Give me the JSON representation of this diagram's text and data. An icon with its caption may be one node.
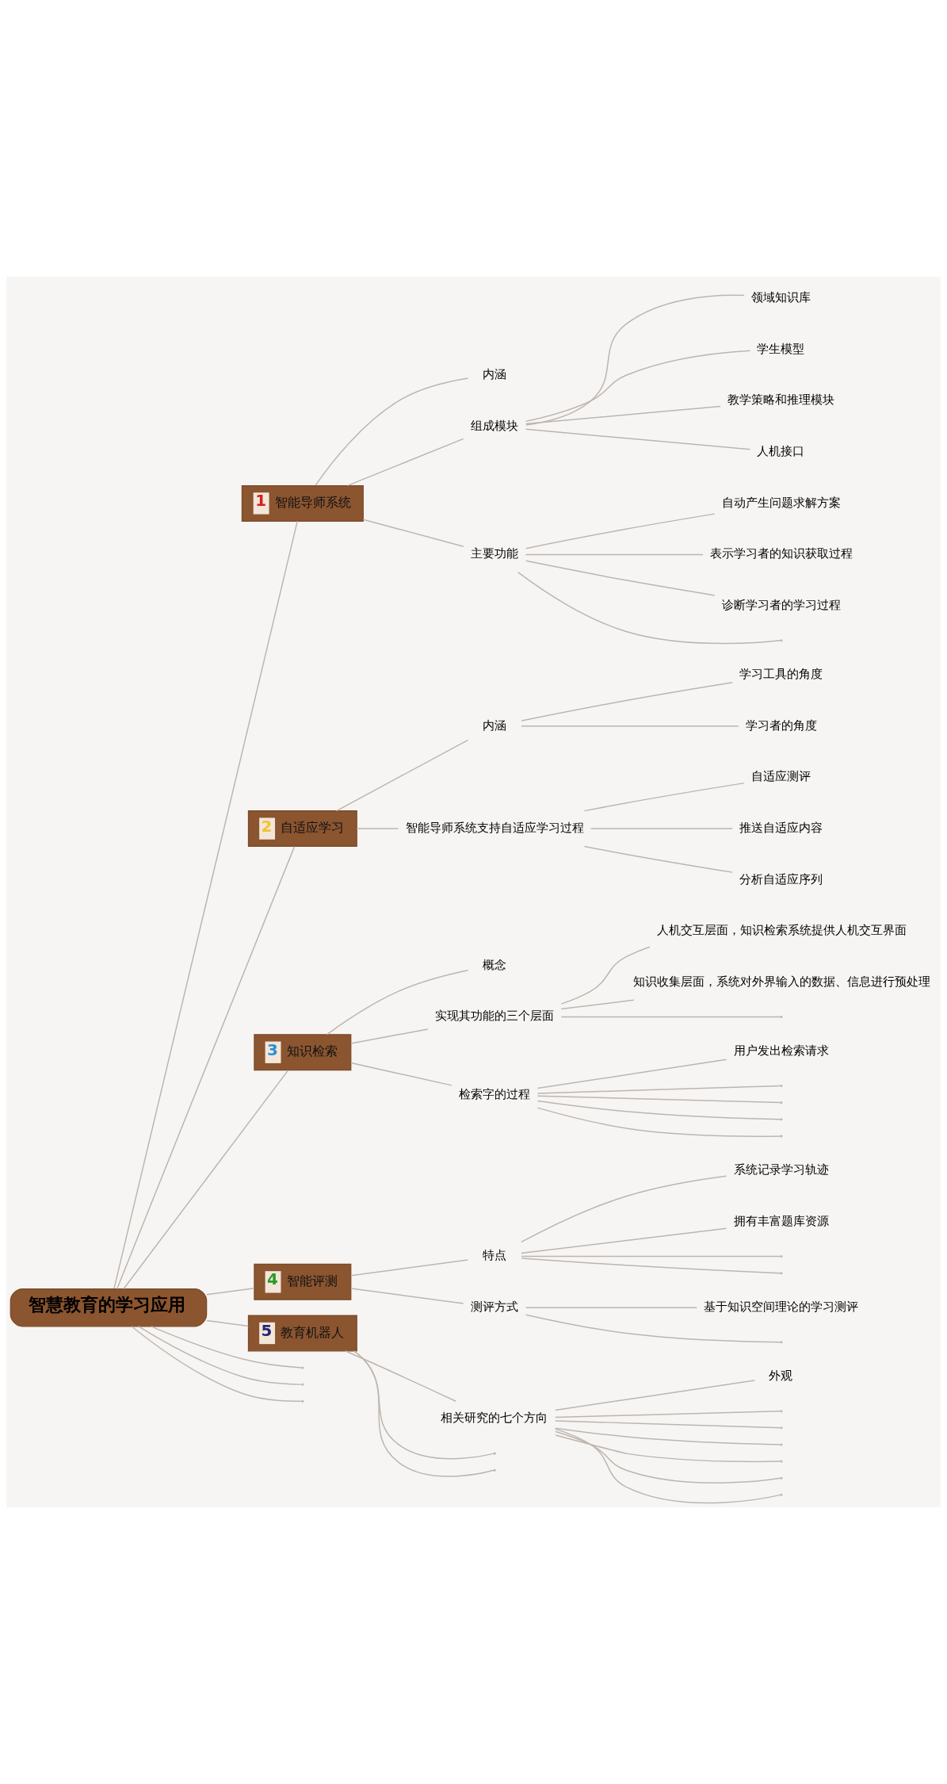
{
  "diagram": {
    "nodes": [
      {
        "text": [
          "智慧教育的学习应用"
        ]
      },
      {
        "text": [
          "1",
          "智能导师系统"
        ]
      },
      {
        "text": [
          "内涵"
        ]
      },
      {
        "text": [
          "组成模块"
        ]
      },
      {
        "text": [
          "领域知识库"
        ]
      },
      {
        "text": [
          "学生模型"
        ]
      },
      {
        "text": [
          "教学策略和推理模块"
        ]
      },
      {
        "text": [
          "人机接口"
        ]
      },
      {
        "text": [
          "主要功能"
        ]
      },
      {
        "text": [
          "自动产生问题求解方案"
        ]
      },
      {
        "text": [
          "表示学习者的知识获取过程"
        ]
      },
      {
        "text": [
          "诊断学习者的学习过程"
        ]
      },
      {
        "text": [],
        "shape": "line"
      },
      {
        "text": [
          "2",
          "自适应学习"
        ]
      },
      {
        "text": [
          "内涵"
        ]
      },
      {
        "text": [
          "学习工具的角度"
        ]
      },
      {
        "text": [
          "学习者的角度"
        ]
      },
      {
        "text": [
          "智能导师系统支持自适应学习过程"
        ]
      },
      {
        "text": [
          "自适应测评"
        ]
      },
      {
        "text": [
          "推送自适应内容"
        ]
      },
      {
        "text": [
          "分析自适应序列"
        ]
      },
      {
        "text": [
          "3",
          "知识检索"
        ]
      },
      {
        "text": [
          "概念"
        ]
      },
      {
        "text": [
          "实现其功能的三个层面"
        ]
      },
      {
        "text": [
          "人机交互层面，知识检索系统提供人机交互界面"
        ]
      },
      {
        "text": [
          "知识收集层面，系统对外界输入的数据、信息进行预处理"
        ]
      },
      {
        "text": [],
        "shape": "line"
      },
      {
        "text": [
          "检索字的过程"
        ]
      },
      {
        "text": [
          "用户发出检索请求"
        ]
      },
      {
        "text": [],
        "shape": "line"
      },
      {
        "text": [],
        "shape": "line"
      },
      {
        "text": [],
        "shape": "line"
      },
      {
        "text": [],
        "shape": "line"
      },
      {
        "text": [
          "4",
          "智能评测"
        ]
      },
      {
        "text": [
          "特点"
        ]
      },
      {
        "text": [
          "系统记录学习轨迹"
        ]
      },
      {
        "text": [
          "拥有丰富题库资源"
        ]
      },
      {
        "text": [],
        "shape": "line"
      },
      {
        "text": [],
        "shape": "line"
      },
      {
        "text": [
          "测评方式"
        ]
      },
      {
        "text": [
          "基于知识空间理论的学习测评"
        ]
      },
      {
        "text": [],
        "shape": "line"
      },
      {
        "text": [
          "5",
          "教育机器人"
        ]
      },
      {
        "text": [
          "相关研究的七个方向"
        ]
      },
      {
        "text": [
          "外观"
        ]
      },
      {
        "text": [],
        "shape": "line"
      },
      {
        "text": [],
        "shape": "line"
      },
      {
        "text": [],
        "shape": "line"
      },
      {
        "text": [],
        "shape": "line"
      },
      {
        "text": [],
        "shape": "line"
      },
      {
        "text": [],
        "shape": "line"
      },
      {
        "text": [],
        "shape": "line"
      },
      {
        "text": [],
        "shape": "line"
      },
      {
        "text": [],
        "shape": "line"
      },
      {
        "text": [],
        "shape": "line"
      },
      {
        "text": [],
        "shape": "line"
      }
    ],
    "edges": [
      {
        "from": 0,
        "to": 1,
        "arrow": "none"
      },
      {
        "from": 1,
        "to": 2,
        "arrow": "none"
      },
      {
        "from": 1,
        "to": 3,
        "arrow": "none"
      },
      {
        "from": 3,
        "to": 4,
        "arrow": "none"
      },
      {
        "from": 3,
        "to": 5,
        "arrow": "none"
      },
      {
        "from": 3,
        "to": 6,
        "arrow": "none"
      },
      {
        "from": 3,
        "to": 7,
        "arrow": "none"
      },
      {
        "from": 1,
        "to": 8,
        "arrow": "none"
      },
      {
        "from": 8,
        "to": 9,
        "arrow": "none"
      },
      {
        "from": 8,
        "to": 10,
        "arrow": "none"
      },
      {
        "from": 8,
        "to": 11,
        "arrow": "none"
      },
      {
        "from": 8,
        "to": 12,
        "arrow": "none"
      },
      {
        "from": 0,
        "to": 13,
        "arrow": "none"
      },
      {
        "from": 13,
        "to": 14,
        "arrow": "none"
      },
      {
        "from": 14,
        "to": 15,
        "arrow": "none"
      },
      {
        "from": 14,
        "to": 16,
        "arrow": "none"
      },
      {
        "from": 13,
        "to": 17,
        "arrow": "none"
      },
      {
        "from": 17,
        "to": 18,
        "arrow": "none"
      },
      {
        "from": 17,
        "to": 19,
        "arrow": "none"
      },
      {
        "from": 17,
        "to": 20,
        "arrow": "none"
      },
      {
        "from": 0,
        "to": 21,
        "arrow": "none"
      },
      {
        "from": 21,
        "to": 22,
        "arrow": "none"
      },
      {
        "from": 21,
        "to": 23,
        "arrow": "none"
      },
      {
        "from": 23,
        "to": 24,
        "arrow": "none"
      },
      {
        "from": 23,
        "to": 25,
        "arrow": "none"
      },
      {
        "from": 23,
        "to": 26,
        "arrow": "none"
      },
      {
        "from": 21,
        "to": 27,
        "arrow": "none"
      },
      {
        "from": 27,
        "to": 28,
        "arrow": "none"
      },
      {
        "from": 27,
        "to": 29,
        "arrow": "none"
      },
      {
        "from": 27,
        "to": 30,
        "arrow": "none"
      },
      {
        "from": 27,
        "to": 31,
        "arrow": "none"
      },
      {
        "from": 27,
        "to": 32,
        "arrow": "none"
      },
      {
        "from": 0,
        "to": 33,
        "arrow": "none"
      },
      {
        "from": 33,
        "to": 34,
        "arrow": "none"
      },
      {
        "from": 34,
        "to": 35,
        "arrow": "none"
      },
      {
        "from": 34,
        "to": 36,
        "arrow": "none"
      },
      {
        "from": 34,
        "to": 37,
        "arrow": "none"
      },
      {
        "from": 34,
        "to": 38,
        "arrow": "none"
      },
      {
        "from": 33,
        "to": 39,
        "arrow": "none"
      },
      {
        "from": 39,
        "to": 40,
        "arrow": "none"
      },
      {
        "from": 39,
        "to": 41,
        "arrow": "none"
      },
      {
        "from": 0,
        "to": 42,
        "arrow": "none"
      },
      {
        "from": 42,
        "to": 43,
        "arrow": "none"
      },
      {
        "from": 43,
        "to": 44,
        "arrow": "none"
      },
      {
        "from": 43,
        "to": 45,
        "arrow": "none"
      },
      {
        "from": 43,
        "to": 46,
        "arrow": "none"
      },
      {
        "from": 43,
        "to": 47,
        "arrow": "none"
      },
      {
        "from": 43,
        "to": 48,
        "arrow": "none"
      },
      {
        "from": 43,
        "to": 49,
        "arrow": "none"
      },
      {
        "from": 43,
        "to": 50,
        "arrow": "none"
      },
      {
        "from": 42,
        "to": 51,
        "arrow": "none"
      },
      {
        "from": 42,
        "to": 52,
        "arrow": "none"
      },
      {
        "from": 0,
        "to": 53,
        "arrow": "none"
      },
      {
        "from": 0,
        "to": 54,
        "arrow": "none"
      },
      {
        "from": 0,
        "to": 55,
        "arrow": "none"
      }
    ]
  }
}
